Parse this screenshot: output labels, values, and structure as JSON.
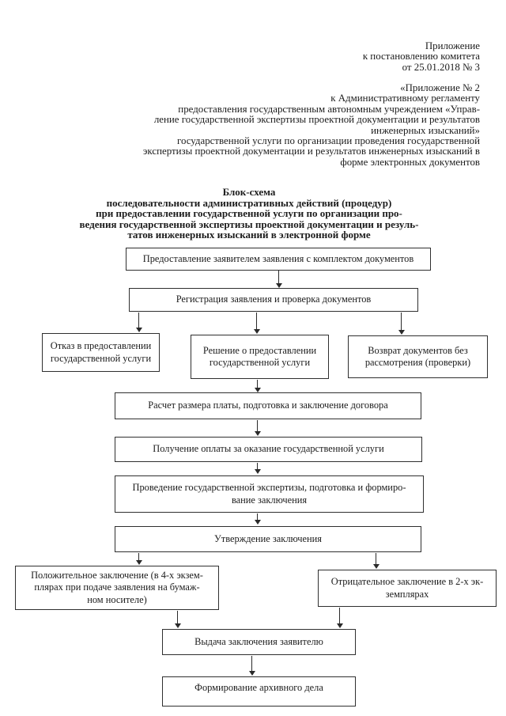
{
  "document": {
    "annex_note": "Приложение\nк постановлению комитета\nот 25.01.2018 № 3",
    "annex_reference": "«Приложение № 2\nк Административному регламенту\nпредоставления государственным автономным учреждением «Управ-\nление государственной экспертизы проектной документации и результатов\nинженерных изысканий»\nгосударственной услуги по организации проведения государственной\nэкспертизы проектной документации и результатов инженерных изысканий в\nформе электронных документов",
    "title": "Блок-схема\nпоследовательности административных действий (процедур)\nпри предоставлении государственной услуги по организации про-\nведения государственной экспертизы проектной документации и резуль-\nтатов инженерных изысканий в электронной форме"
  },
  "flowchart": {
    "nodes": {
      "submit": "Предоставление заявителем заявления с комплектом документов",
      "register": "Регистрация заявления и проверка документов",
      "refuse": "Отказ в предоставлении\nгосударственной услуги",
      "decision": "Решение о предоставлении\nгосударственной услуги",
      "return_docs": "Возврат документов без\nрассмотрения (проверки)",
      "fee": "Расчет размера платы, подготовка и заключение договора",
      "payment": "Получение оплаты за оказание государственной услуги",
      "expertise": "Проведение государственной экспертизы, подготовка и формиро-\nвание заключения",
      "approval": "Утверждение заключения",
      "positive": "Положительное заключение (в 4-х экзем-\nплярах при подаче заявления на бумаж-\nном носителе)",
      "negative": "Отрицательное заключение в 2-х эк-\nземплярах",
      "issue": "Выдача заключения заявителю",
      "archive": "Формирование архивного дела"
    }
  },
  "colors": {
    "ink": "#1c1c1c",
    "border": "#2f2f2f",
    "paper": "#ffffff"
  }
}
